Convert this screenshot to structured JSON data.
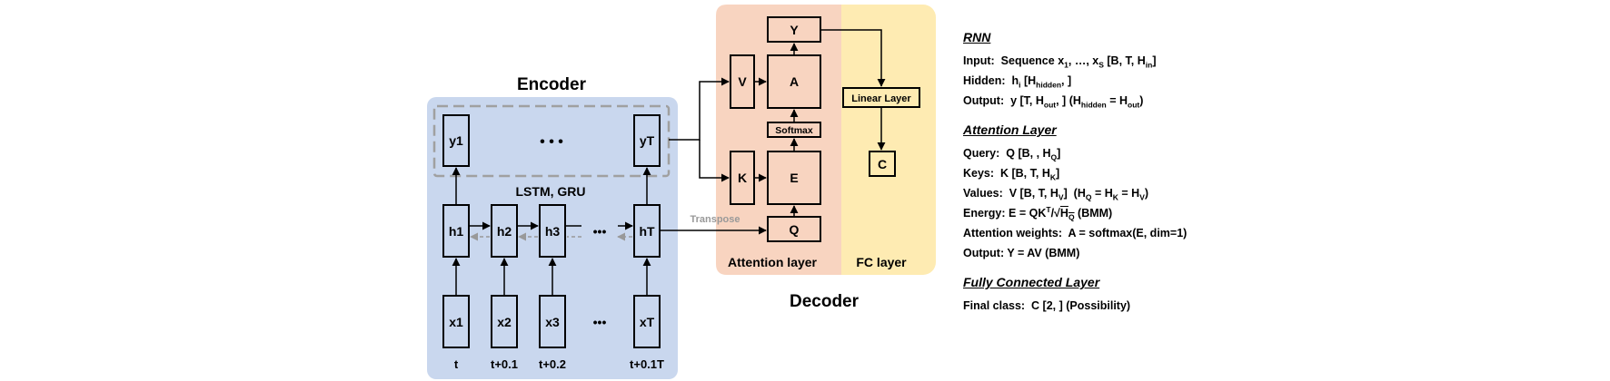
{
  "encoder": {
    "title": "Encoder",
    "outputs": [
      "y1",
      "yT"
    ],
    "output_dots": "• • •",
    "rnn_label": "LSTM, GRU",
    "hidden": [
      "h1",
      "h2",
      "h3",
      "hT"
    ],
    "hidden_dots": "•••",
    "inputs": [
      "x1",
      "x2",
      "x3",
      "xT"
    ],
    "input_dots": "•••",
    "times": [
      "t",
      "t+0.1",
      "t+0.2",
      "t+0.1T"
    ],
    "transpose_label": "Transpose"
  },
  "decoder": {
    "title": "Decoder",
    "attention_label": "Attention layer",
    "fc_label": "FC layer",
    "boxes": {
      "v": "V",
      "a": "A",
      "y": "Y",
      "softmax": "Softmax",
      "k": "K",
      "e": "E",
      "q": "Q",
      "linear": "Linear Layer",
      "c": "C"
    }
  },
  "notes": {
    "rnn": {
      "title": "RNN",
      "input_label": "Input:",
      "hidden_label": "Hidden:",
      "output_label": "Output:"
    },
    "attention": {
      "title": "Attention Layer",
      "query_label": "Query:",
      "keys_label": "Keys:",
      "values_label": "Values:",
      "energy_label": "Energy:",
      "weights_label": "Attention weights:",
      "weights_value": "A = softmax(E, dim=1)",
      "output_label": "Output:",
      "output_value": "Y = AV (BMM)"
    },
    "fc": {
      "title": "Fully Connected Layer",
      "final_label": "Final class:",
      "final_value": "C [2, ] (Possibility)"
    }
  },
  "colors": {
    "encoder_bg": "#C9D7EE",
    "attention_bg": "#F8D4C0",
    "fc_bg": "#FEEBB2",
    "box_fill": "#F8D4C0",
    "arrow": "#000000",
    "dashed": "#A0A0A0"
  }
}
